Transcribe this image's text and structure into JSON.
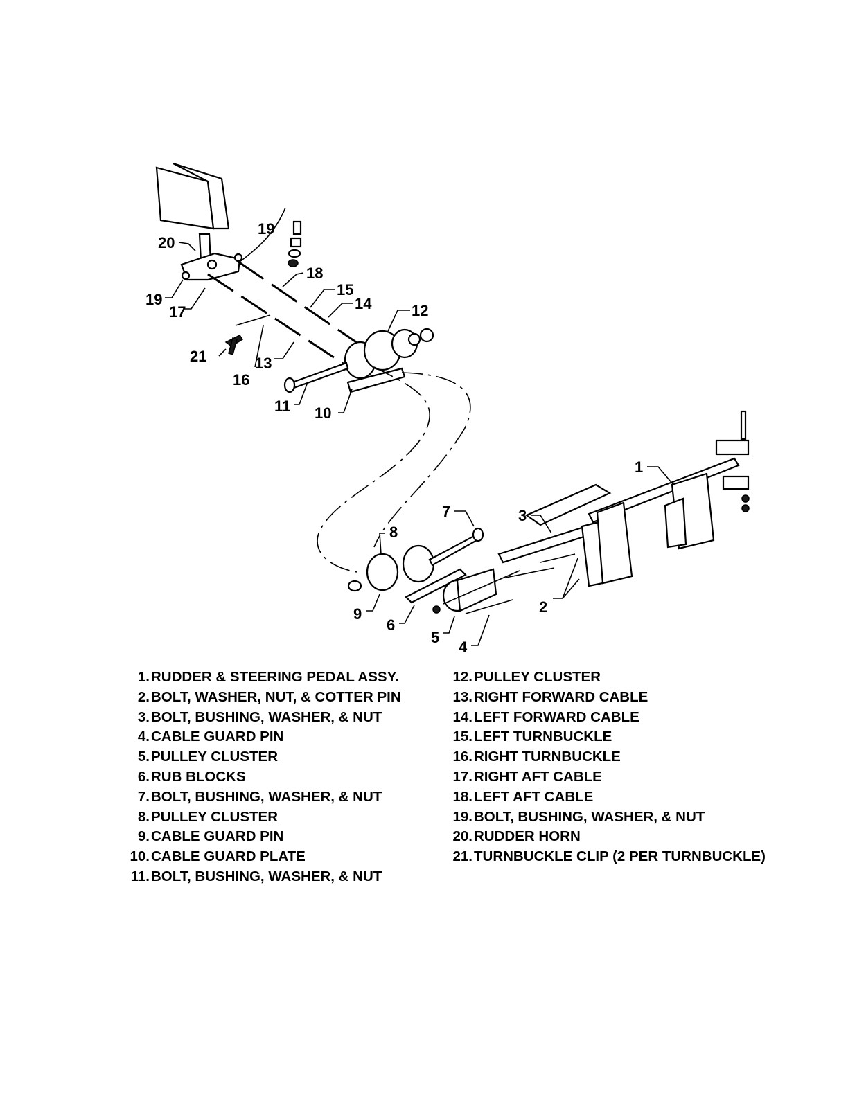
{
  "diagram": {
    "callouts": [
      "1",
      "2",
      "3",
      "4",
      "5",
      "6",
      "7",
      "8",
      "9",
      "10",
      "11",
      "12",
      "13",
      "14",
      "15",
      "16",
      "17",
      "18",
      "19",
      "19",
      "20",
      "21"
    ]
  },
  "legend": {
    "left": [
      {
        "num": "1.",
        "text": "RUDDER & STEERING PEDAL ASSY."
      },
      {
        "num": "2.",
        "text": "BOLT, WASHER, NUT, & COTTER PIN"
      },
      {
        "num": "3.",
        "text": "BOLT, BUSHING, WASHER, & NUT"
      },
      {
        "num": "4.",
        "text": "CABLE GUARD PIN"
      },
      {
        "num": "5.",
        "text": "PULLEY CLUSTER"
      },
      {
        "num": "6.",
        "text": "RUB BLOCKS"
      },
      {
        "num": "7.",
        "text": "BOLT, BUSHING, WASHER, & NUT"
      },
      {
        "num": "8.",
        "text": "PULLEY CLUSTER"
      },
      {
        "num": "9.",
        "text": "CABLE GUARD PIN"
      },
      {
        "num": "10.",
        "text": "CABLE GUARD PLATE"
      },
      {
        "num": "11.",
        "text": "BOLT, BUSHING, WASHER, & NUT"
      }
    ],
    "right": [
      {
        "num": "12.",
        "text": "PULLEY CLUSTER"
      },
      {
        "num": "13.",
        "text": "RIGHT FORWARD CABLE"
      },
      {
        "num": "14.",
        "text": "LEFT FORWARD CABLE"
      },
      {
        "num": "15.",
        "text": "LEFT TURNBUCKLE"
      },
      {
        "num": "16.",
        "text": "RIGHT TURNBUCKLE"
      },
      {
        "num": "17.",
        "text": "RIGHT AFT CABLE"
      },
      {
        "num": "18.",
        "text": "LEFT AFT CABLE"
      },
      {
        "num": "19.",
        "text": "BOLT, BUSHING, WASHER, & NUT"
      },
      {
        "num": "20.",
        "text": "RUDDER HORN"
      },
      {
        "num": "21.",
        "text": "TURNBUCKLE CLIP (2 PER TURNBUCKLE)"
      }
    ]
  }
}
